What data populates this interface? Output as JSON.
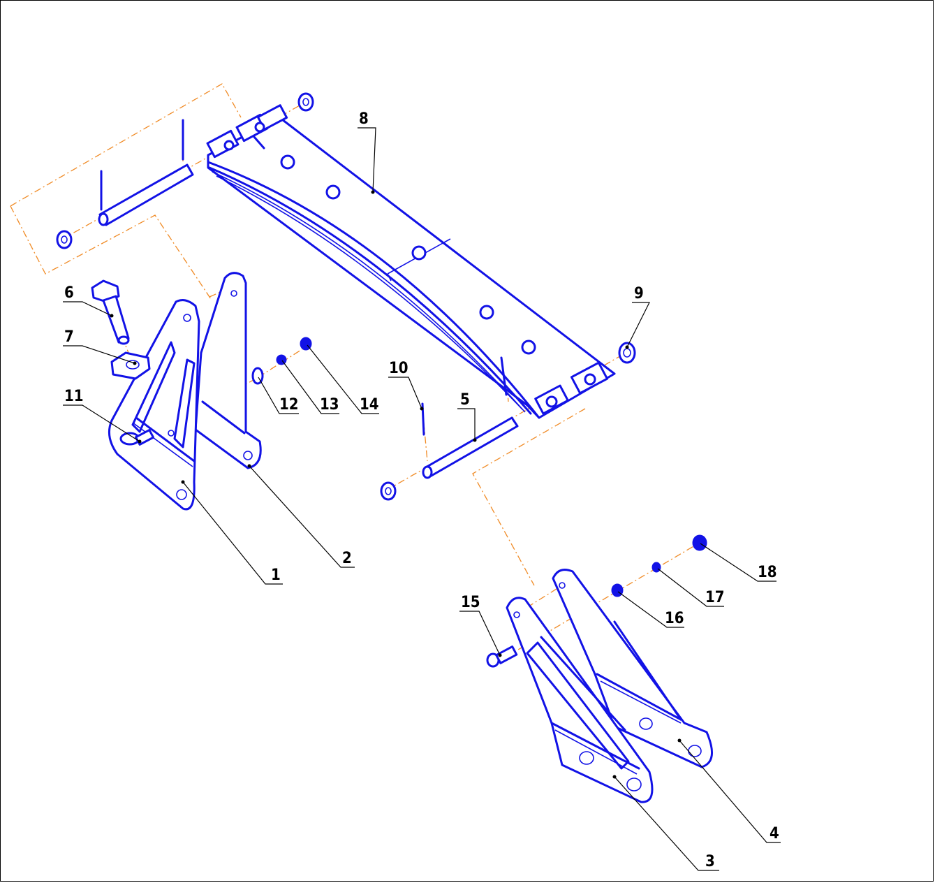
{
  "diagram": {
    "colors": {
      "part": "#1212e6",
      "axis": "#f08a24",
      "leader": "#000000"
    },
    "callouts": [
      {
        "id": "c1",
        "text": "1"
      },
      {
        "id": "c2",
        "text": "2"
      },
      {
        "id": "c3",
        "text": "3"
      },
      {
        "id": "c4",
        "text": "4"
      },
      {
        "id": "c5",
        "text": "5"
      },
      {
        "id": "c6",
        "text": "6"
      },
      {
        "id": "c7",
        "text": "7"
      },
      {
        "id": "c8",
        "text": "8"
      },
      {
        "id": "c9",
        "text": "9"
      },
      {
        "id": "c10",
        "text": "10"
      },
      {
        "id": "c11",
        "text": "11"
      },
      {
        "id": "c12",
        "text": "12"
      },
      {
        "id": "c13",
        "text": "13"
      },
      {
        "id": "c14",
        "text": "14"
      },
      {
        "id": "c15",
        "text": "15"
      },
      {
        "id": "c16",
        "text": "16"
      },
      {
        "id": "c17",
        "text": "17"
      },
      {
        "id": "c18",
        "text": "18"
      }
    ]
  }
}
